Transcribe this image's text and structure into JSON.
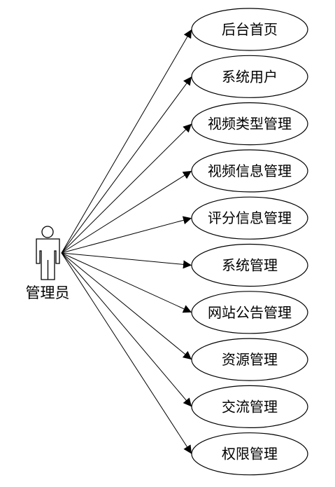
{
  "actor": {
    "label": "管理员",
    "icon": "actor-icon"
  },
  "use_cases": [
    {
      "id": "uc-1",
      "label": "后台首页"
    },
    {
      "id": "uc-2",
      "label": "系统用户"
    },
    {
      "id": "uc-3",
      "label": "视频类型管理"
    },
    {
      "id": "uc-4",
      "label": "视频信息管理"
    },
    {
      "id": "uc-5",
      "label": "评分信息管理"
    },
    {
      "id": "uc-6",
      "label": "系统管理"
    },
    {
      "id": "uc-7",
      "label": "网站公告管理"
    },
    {
      "id": "uc-8",
      "label": "资源管理"
    },
    {
      "id": "uc-9",
      "label": "交流管理"
    },
    {
      "id": "uc-10",
      "label": "权限管理"
    }
  ],
  "colors": {
    "line": "#000000",
    "background": "#ffffff"
  }
}
